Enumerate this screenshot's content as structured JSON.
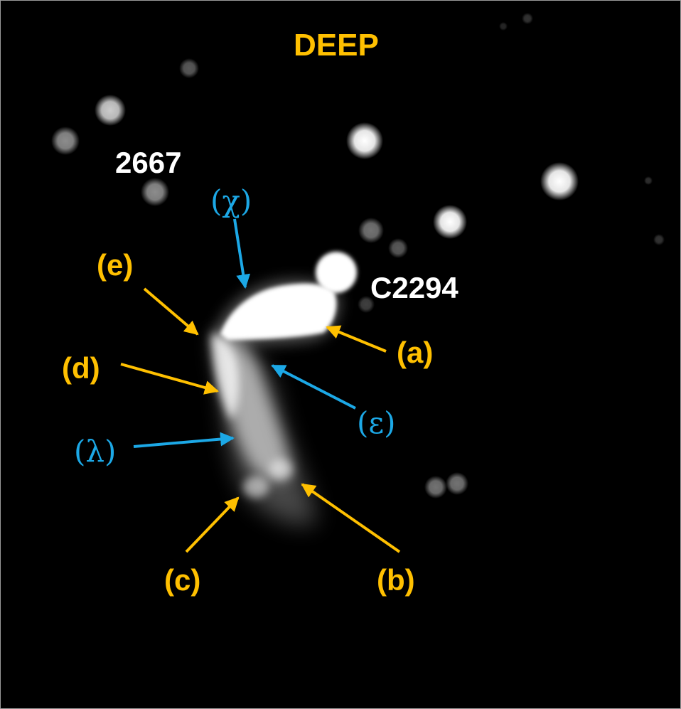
{
  "title": "DEEP",
  "objects": {
    "n2667": "2667",
    "c2294": "C2294"
  },
  "features": {
    "a": "(a)",
    "b": "(b)",
    "c": "(c)",
    "d": "(d)",
    "e": "(e)",
    "chi": "(χ)",
    "epsilon": "(ε)",
    "lambda": "(λ)"
  },
  "colors": {
    "background": "#000000",
    "orange_label": "#FFC000",
    "blue_label": "#1CA8E6",
    "white_label": "#FFFFFF"
  }
}
